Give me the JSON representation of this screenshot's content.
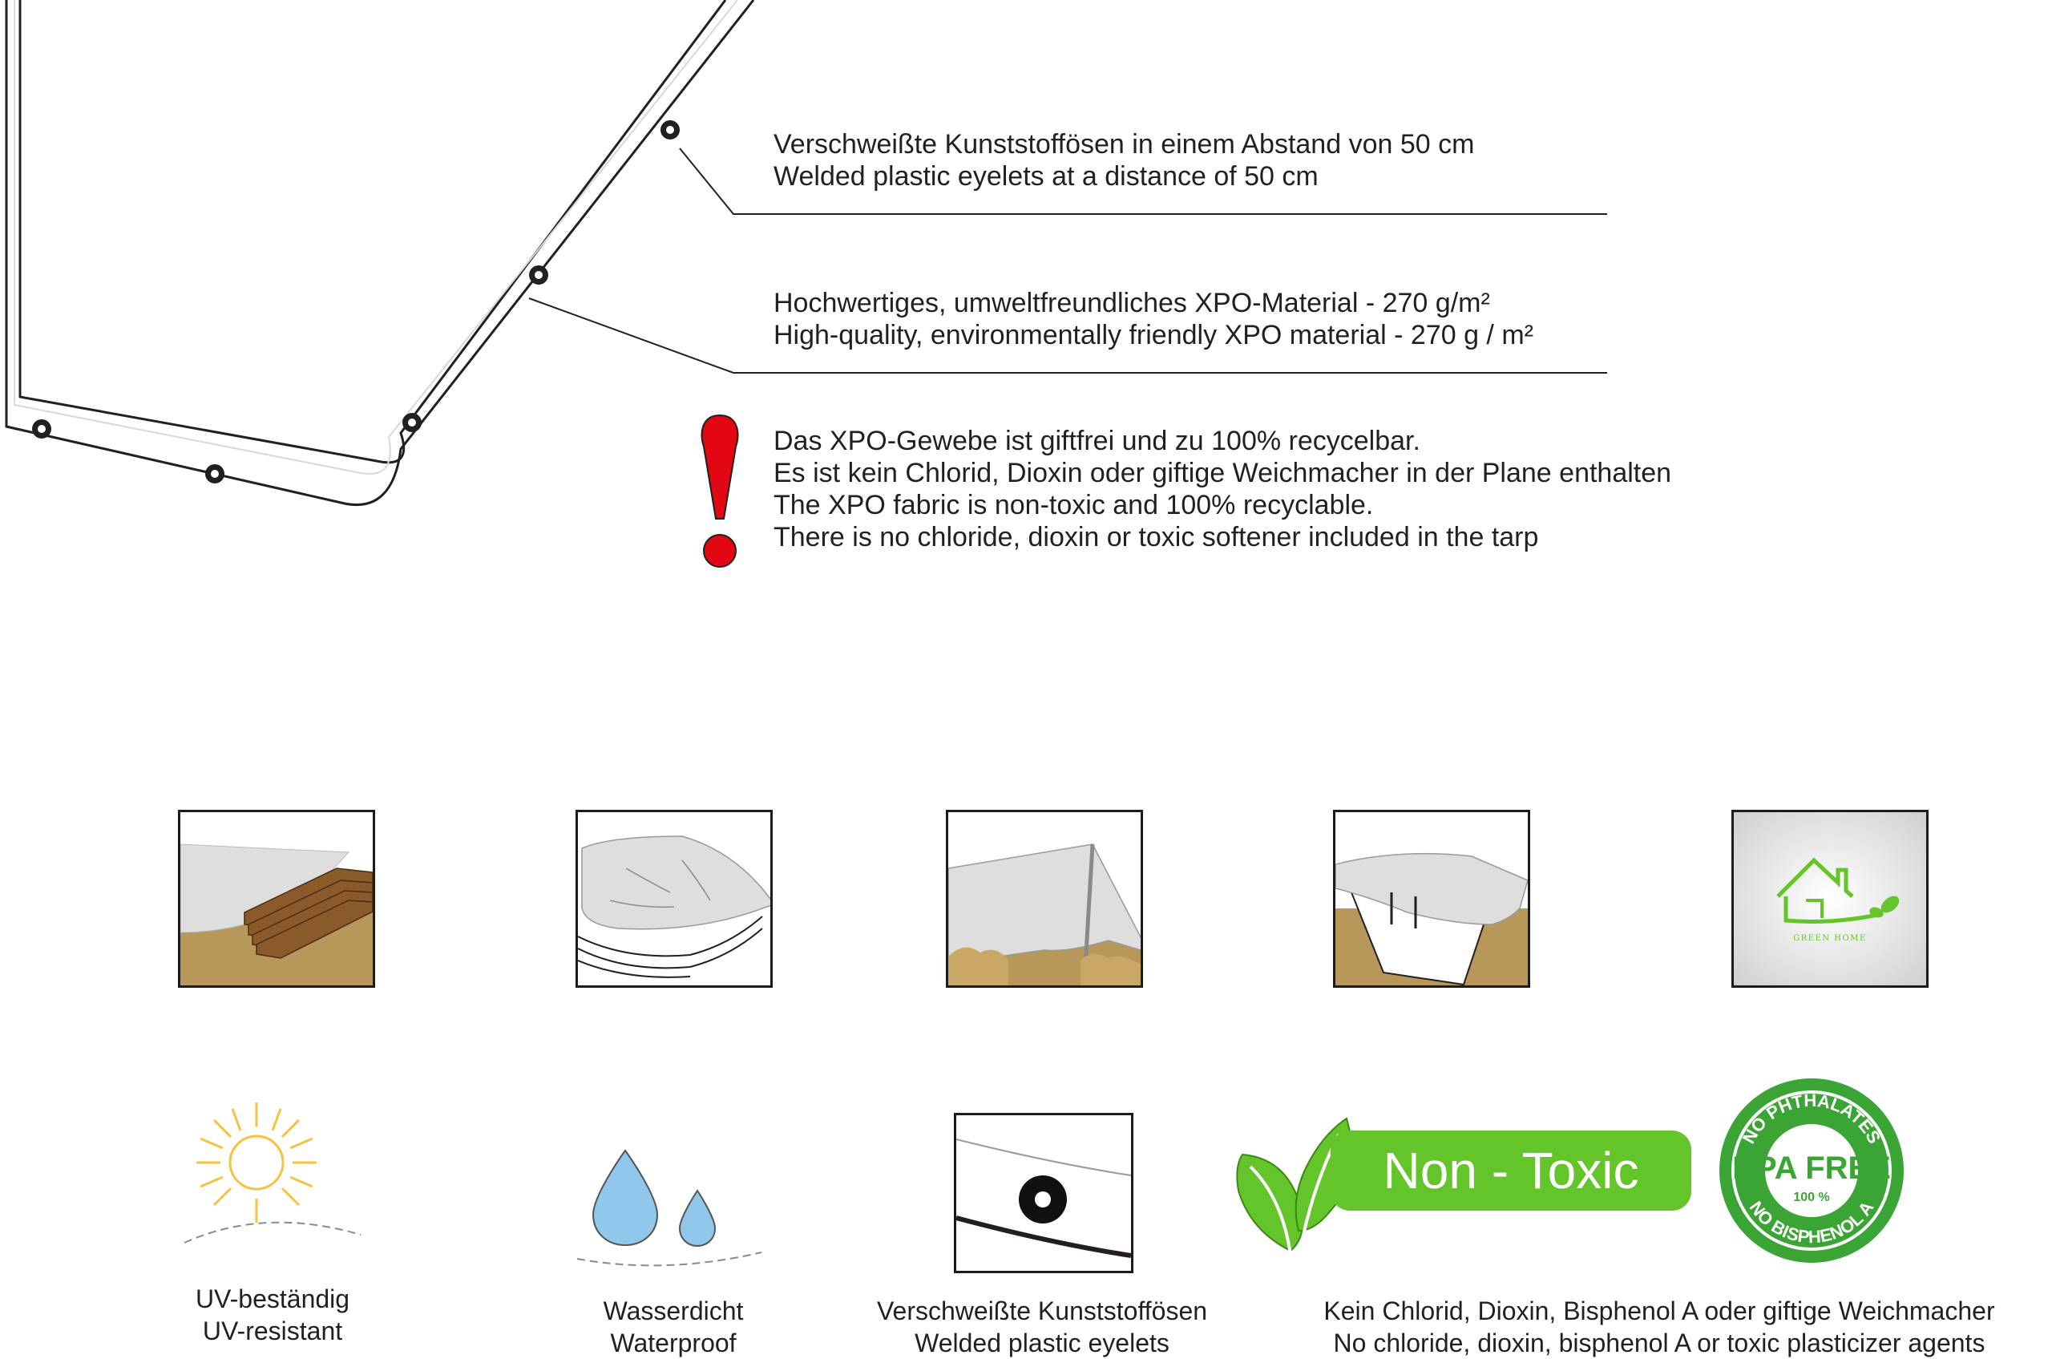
{
  "callouts": {
    "eyelets": {
      "de": "Verschweißte Kunststoffösen in einem Abstand von 50 cm",
      "en": "Welded plastic eyelets at a distance of 50 cm"
    },
    "material": {
      "de": "Hochwertiges, umweltfreundliches XPO-Material - 270 g/m²",
      "en": "High-quality, environmentally friendly XPO material - 270 g / m²"
    },
    "warning": {
      "lines": [
        "Das XPO-Gewebe ist giftfrei und zu 100% recycelbar.",
        "Es ist kein Chlorid, Dioxin oder giftige Weichmacher in der Plane enthalten",
        "The XPO fabric is non-toxic and 100% recyclable.",
        "There is no chloride, dioxin or toxic softener included in the tarp"
      ]
    }
  },
  "usage_icons": [
    {
      "name": "wood-cover-icon"
    },
    {
      "name": "boat-cover-icon"
    },
    {
      "name": "tent-cover-icon"
    },
    {
      "name": "skip-cover-icon"
    },
    {
      "name": "green-home-icon",
      "label": "GREEN HOME"
    }
  ],
  "features": {
    "uv": {
      "de": "UV-beständig",
      "en": "UV-resistant"
    },
    "water": {
      "de": "Wasserdicht",
      "en": "Waterproof"
    },
    "eyelets": {
      "de": "Verschweißte Kunststoffösen",
      "en": "Welded plastic eyelets"
    },
    "nontoxic": {
      "badge": "Non - Toxic",
      "de": "Kein Chlorid, Dioxin, Bisphenol A oder giftige Weichmacher",
      "en": "No chloride, dioxin, bisphenol A or toxic plasticizer agents"
    },
    "bpa": {
      "main": "BPA FREE",
      "percent": "100 %",
      "top_arc": "NO PHTHALATES",
      "bottom_arc": "NO BISPHENOL A"
    }
  },
  "colors": {
    "line": "#231f20",
    "warning_red": "#e30613",
    "ground": "#b8975a",
    "tarp": "#dedede",
    "sun": "#f5c242",
    "water": "#8fc8ea",
    "green": "#63c52a",
    "bpa_green": "#3aa535"
  }
}
